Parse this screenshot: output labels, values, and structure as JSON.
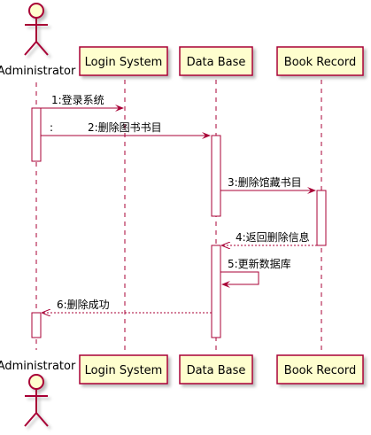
{
  "participants": {
    "administrator": "Administrator",
    "login_system": "Login System",
    "data_base": "Data Base",
    "book_record": "Book Record"
  },
  "messages": [
    {
      "label": "1:登录系统",
      "from": "Administrator",
      "to": "Login System",
      "style": "solid"
    },
    {
      "label": "2:删除图书书目",
      "from": "Administrator",
      "to": "Data Base",
      "style": "solid"
    },
    {
      "label": "3:删除馆藏书目",
      "from": "Data Base",
      "to": "Book Record",
      "style": "solid"
    },
    {
      "label": "4:返回删除信息",
      "from": "Book Record",
      "to": "Data Base",
      "style": "dashed"
    },
    {
      "label": "5:更新数据库",
      "from": "Data Base",
      "to": "Data Base",
      "style": "solid"
    },
    {
      "label": "6:删除成功",
      "from": "Data Base",
      "to": "Administrator",
      "style": "dashed"
    }
  ],
  "extra_text": ":",
  "colors": {
    "border": "#A80036",
    "fill": "#FEFECE"
  }
}
